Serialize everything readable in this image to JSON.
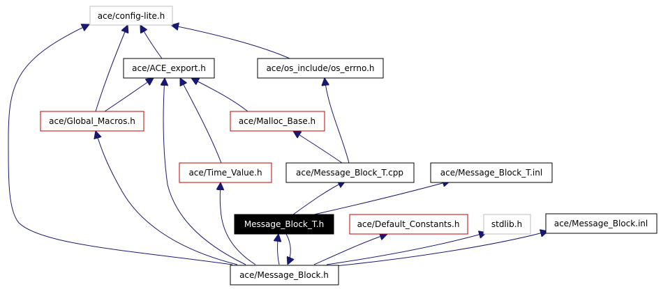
{
  "diagram": {
    "colors": {
      "edge": "#191970",
      "border_default": "#000000",
      "border_undocumented": "#c00000",
      "border_external": "#bfbfbf",
      "highlight_fill": "#000000",
      "highlight_text": "#ffffff"
    },
    "nodes": {
      "config_lite": {
        "label": "ace/config-lite.h",
        "kind": "external"
      },
      "ace_export": {
        "label": "ace/ACE_export.h",
        "kind": "default"
      },
      "os_errno": {
        "label": "ace/os_include/os_errno.h",
        "kind": "default"
      },
      "global_macros": {
        "label": "ace/Global_Macros.h",
        "kind": "undocumented"
      },
      "malloc_base": {
        "label": "ace/Malloc_Base.h",
        "kind": "undocumented"
      },
      "time_value": {
        "label": "ace/Time_Value.h",
        "kind": "undocumented"
      },
      "mb_t_cpp": {
        "label": "ace/Message_Block_T.cpp",
        "kind": "default"
      },
      "mb_t_inl": {
        "label": "ace/Message_Block_T.inl",
        "kind": "default"
      },
      "mb_t_h": {
        "label": "Message_Block_T.h",
        "kind": "highlight"
      },
      "default_constants": {
        "label": "ace/Default_Constants.h",
        "kind": "undocumented"
      },
      "stdlib": {
        "label": "stdlib.h",
        "kind": "external"
      },
      "mb_inl": {
        "label": "ace/Message_Block.inl",
        "kind": "default"
      },
      "mb_h": {
        "label": "ace/Message_Block.h",
        "kind": "default"
      }
    },
    "edges": [
      {
        "from": "ace_export",
        "to": "config_lite"
      },
      {
        "from": "os_errno",
        "to": "config_lite"
      },
      {
        "from": "global_macros",
        "to": "config_lite"
      },
      {
        "from": "mb_h",
        "to": "config_lite"
      },
      {
        "from": "global_macros",
        "to": "ace_export"
      },
      {
        "from": "malloc_base",
        "to": "ace_export"
      },
      {
        "from": "time_value",
        "to": "ace_export"
      },
      {
        "from": "mb_h",
        "to": "ace_export"
      },
      {
        "from": "mb_t_cpp",
        "to": "malloc_base"
      },
      {
        "from": "mb_t_cpp",
        "to": "os_errno"
      },
      {
        "from": "mb_h",
        "to": "global_macros"
      },
      {
        "from": "mb_h",
        "to": "time_value"
      },
      {
        "from": "mb_t_h",
        "to": "mb_t_cpp"
      },
      {
        "from": "mb_t_h",
        "to": "mb_t_inl"
      },
      {
        "from": "mb_h",
        "to": "mb_t_h"
      },
      {
        "from": "mb_t_h",
        "to": "mb_h"
      },
      {
        "from": "mb_h",
        "to": "default_constants"
      },
      {
        "from": "mb_h",
        "to": "stdlib"
      },
      {
        "from": "mb_h",
        "to": "mb_inl"
      }
    ]
  }
}
